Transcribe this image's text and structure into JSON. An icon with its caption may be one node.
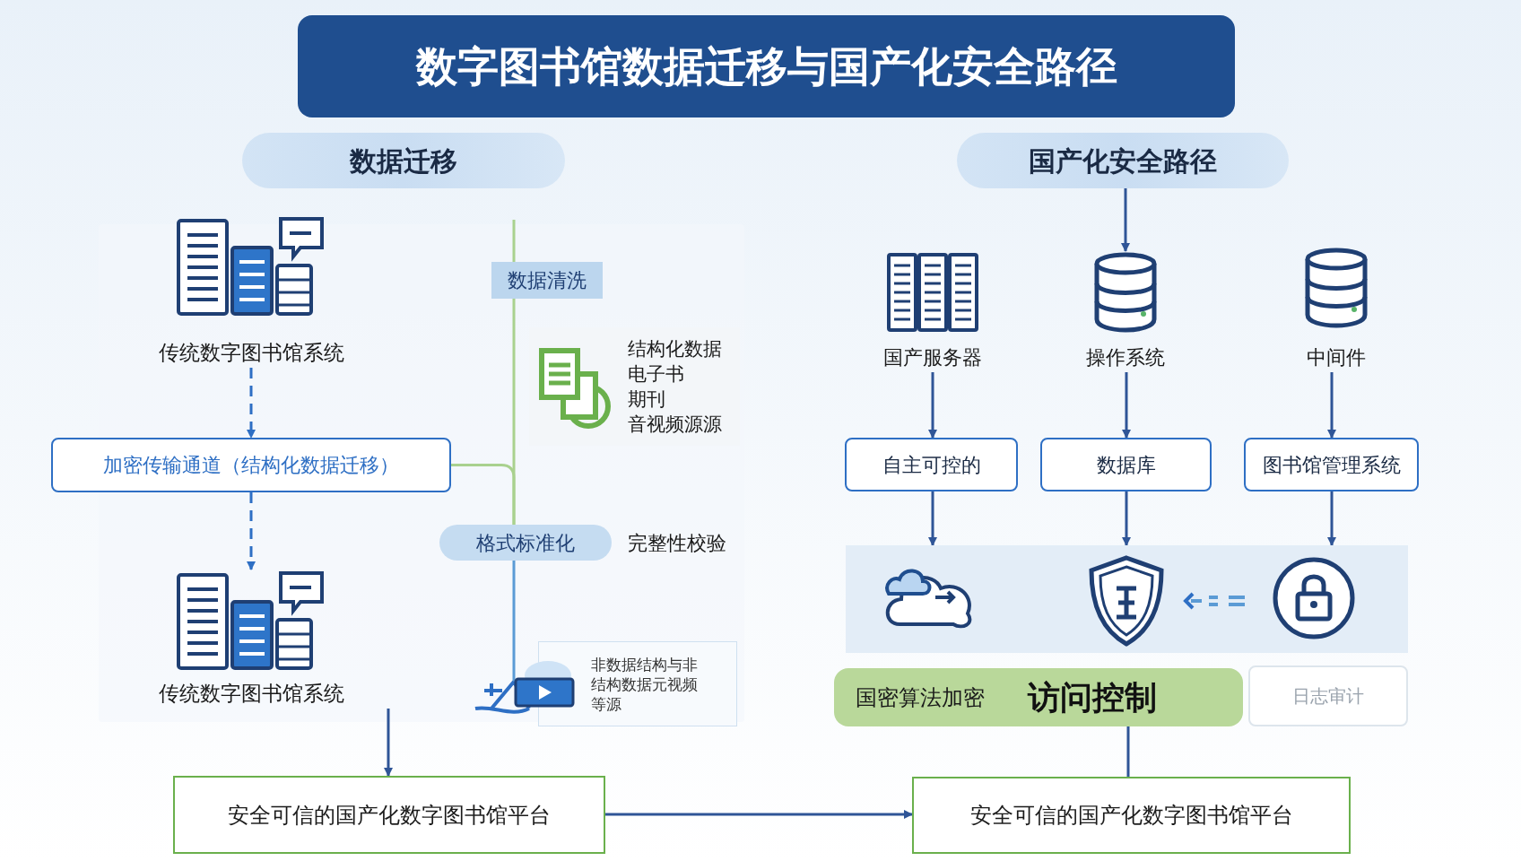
{
  "diagram": {
    "title": "数字图书馆数据迁移与国产化安全路径",
    "nodes": [
      {
        "text": [
          "数据迁移"
        ]
      },
      {
        "text": [
          "国产化安全路径"
        ]
      },
      {
        "text": [
          "传统数字图书馆系统"
        ]
      },
      {
        "text": [
          "数据清洗"
        ]
      },
      {
        "text": [
          "结构化数据",
          "电子书",
          "期刊",
          "音视频源源"
        ]
      },
      {
        "text": [
          "加密传输通道（结构化数据迁移）"
        ]
      },
      {
        "text": [
          "格式标准化"
        ],
        "beside": [
          "完整性校验"
        ]
      },
      {
        "text": [
          "传统数字图书馆系统"
        ]
      },
      {
        "text": [
          "非数据结构与非结构数据元视频等源"
        ]
      },
      {
        "text": [
          "国产服务器"
        ]
      },
      {
        "text": [
          "操作系统"
        ]
      },
      {
        "text": [
          "中间件"
        ]
      },
      {
        "text": [
          "自主可控的"
        ]
      },
      {
        "text": [
          "数据库"
        ]
      },
      {
        "text": [
          "图书馆管理系统"
        ]
      },
      {
        "text": [],
        "shape": "box"
      },
      {
        "text": [
          "国密算法加密",
          "访问控制"
        ]
      },
      {
        "text": [
          "日志审计"
        ]
      },
      {
        "text": [
          "安全可信的国产化数字图书馆平台"
        ]
      },
      {
        "text": [
          "安全可信的国产化数字图书馆平台"
        ]
      }
    ],
    "edges": [
      {
        "from": 1,
        "to": 10,
        "arrow": "to"
      },
      {
        "from": 2,
        "to": 5,
        "arrow": "to",
        "style": "dashed",
        "color": "#2e6fc4"
      },
      {
        "from": 5,
        "to": 7,
        "arrow": "to",
        "style": "dashed",
        "color": "#2e6fc4"
      },
      {
        "from": 5,
        "to": 6,
        "arrow": "none",
        "color": "#a9d18e"
      },
      {
        "from": 3,
        "to": 6,
        "arrow": "none",
        "color": "#a9d18e"
      },
      {
        "from": 6,
        "to": 8,
        "arrow": "none",
        "color": "#5b9bd5"
      },
      {
        "from": 7,
        "to": 18,
        "arrow": "to"
      },
      {
        "from": 18,
        "to": 19,
        "arrow": "to"
      },
      {
        "from": 9,
        "to": 12,
        "arrow": "to"
      },
      {
        "from": 10,
        "to": 13,
        "arrow": "to"
      },
      {
        "from": 11,
        "to": 14,
        "arrow": "to"
      },
      {
        "from": 12,
        "to": 15,
        "arrow": "to"
      },
      {
        "from": 13,
        "to": 15,
        "arrow": "to"
      },
      {
        "from": 14,
        "to": 15,
        "arrow": "to"
      },
      {
        "from": 16,
        "to": 19,
        "arrow": "none"
      }
    ]
  }
}
